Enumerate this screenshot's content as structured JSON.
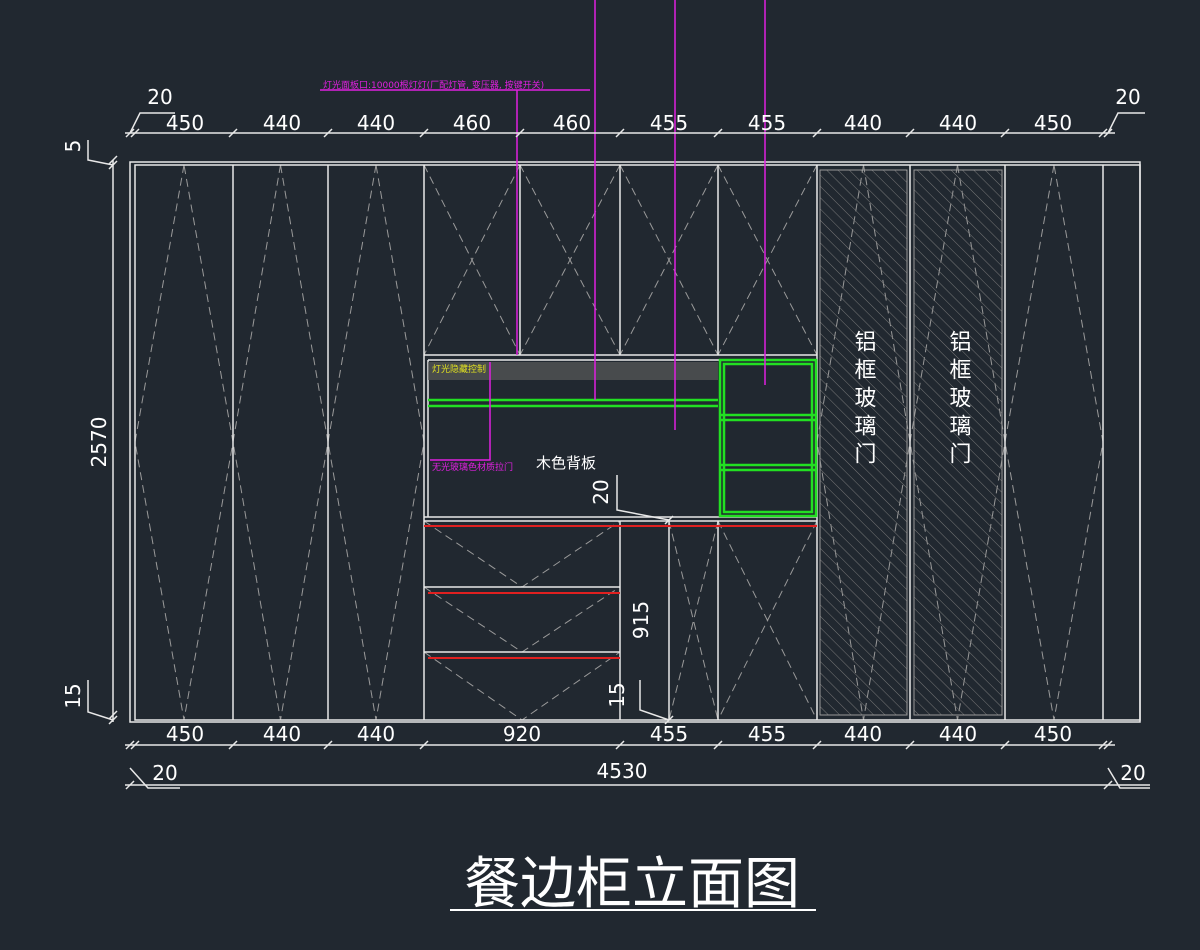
{
  "colors": {
    "background": "#212830",
    "line": "#e8e8e8",
    "green": "#22e022",
    "magenta": "#e020e0",
    "red": "#e02020",
    "yellow": "#e0e020"
  },
  "top_dims": [
    "450",
    "440",
    "440",
    "460",
    "460",
    "455",
    "455",
    "440",
    "440",
    "450"
  ],
  "bottom_dims": [
    "450",
    "440",
    "440",
    "920",
    "455",
    "455",
    "440",
    "440",
    "450"
  ],
  "total_width": "4530",
  "side_offsets": {
    "left_top": "20",
    "right_top": "20",
    "left_bottom": "20",
    "right_bottom": "20"
  },
  "height_dims": {
    "top_gap": "5",
    "total_height": "2570",
    "bottom_gap": "15"
  },
  "inner_dims": {
    "shelf_gap": "20",
    "lower_height": "915",
    "base_gap": "15"
  },
  "annotations": {
    "light_note": "灯光面板口:10000根灯灯(厂配灯管, 变压器, 按键开关)",
    "light_control": "灯光隐藏控制",
    "sliding_door_note": "无光玻璃色材质拉门",
    "backboard": "木色背板",
    "glass_door_1": "铝框玻璃门",
    "glass_door_2": "铝框玻璃门"
  },
  "title": "餐边柜立面图"
}
